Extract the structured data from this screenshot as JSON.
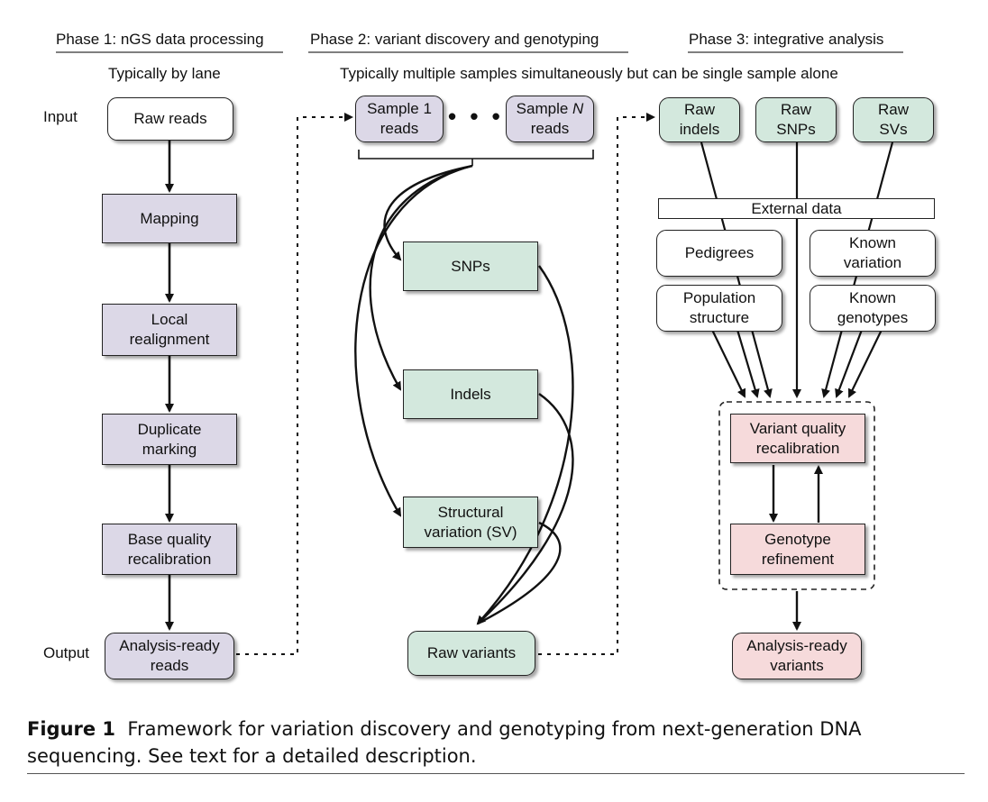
{
  "phases": {
    "p1": "Phase 1: nGS data processing",
    "p2": "Phase 2: variant discovery and genotyping",
    "p3": "Phase 3: integrative analysis"
  },
  "subtitles": {
    "p1": "Typically by lane",
    "p2": "Typically multiple samples simultaneously but can be single sample alone"
  },
  "side_labels": {
    "input": "Input",
    "output": "Output"
  },
  "phase1": {
    "raw_reads": "Raw reads",
    "mapping": "Mapping",
    "local_realignment": [
      "Local",
      "realignment"
    ],
    "duplicate_marking": [
      "Duplicate",
      "marking"
    ],
    "base_quality": [
      "Base quality",
      "recalibration"
    ],
    "analysis_ready_reads": [
      "Analysis-ready",
      "reads"
    ]
  },
  "phase2": {
    "sample1": [
      "Sample 1",
      "reads"
    ],
    "sampleN_prefix": "Sample ",
    "sampleN_var": "N",
    "sampleN_line2": "reads",
    "dots": "• • • •",
    "snps": "SNPs",
    "indels": "Indels",
    "sv": [
      "Structural",
      "variation (SV)"
    ],
    "raw_variants": "Raw variants"
  },
  "phase3": {
    "raw_indels": [
      "Raw",
      "indels"
    ],
    "raw_snps": [
      "Raw",
      "SNPs"
    ],
    "raw_svs": [
      "Raw",
      "SVs"
    ],
    "external_data": "External data",
    "pedigrees": "Pedigrees",
    "known_variation": [
      "Known",
      "variation"
    ],
    "population_structure": [
      "Population",
      "structure"
    ],
    "known_genotypes": [
      "Known",
      "genotypes"
    ],
    "variant_quality": [
      "Variant quality",
      "recalibration"
    ],
    "genotype_refinement": [
      "Genotype",
      "refinement"
    ],
    "analysis_ready_variants": [
      "Analysis-ready",
      "variants"
    ]
  },
  "caption": {
    "label": "Figure 1",
    "text": "Framework for variation discovery and genotyping from next-generation DNA sequencing. See text for a detailed description."
  },
  "colors": {
    "phase1_box": "#dcd8e7",
    "phase2_box": "#d3e8dd",
    "phase3_result": "#f6dadb"
  }
}
